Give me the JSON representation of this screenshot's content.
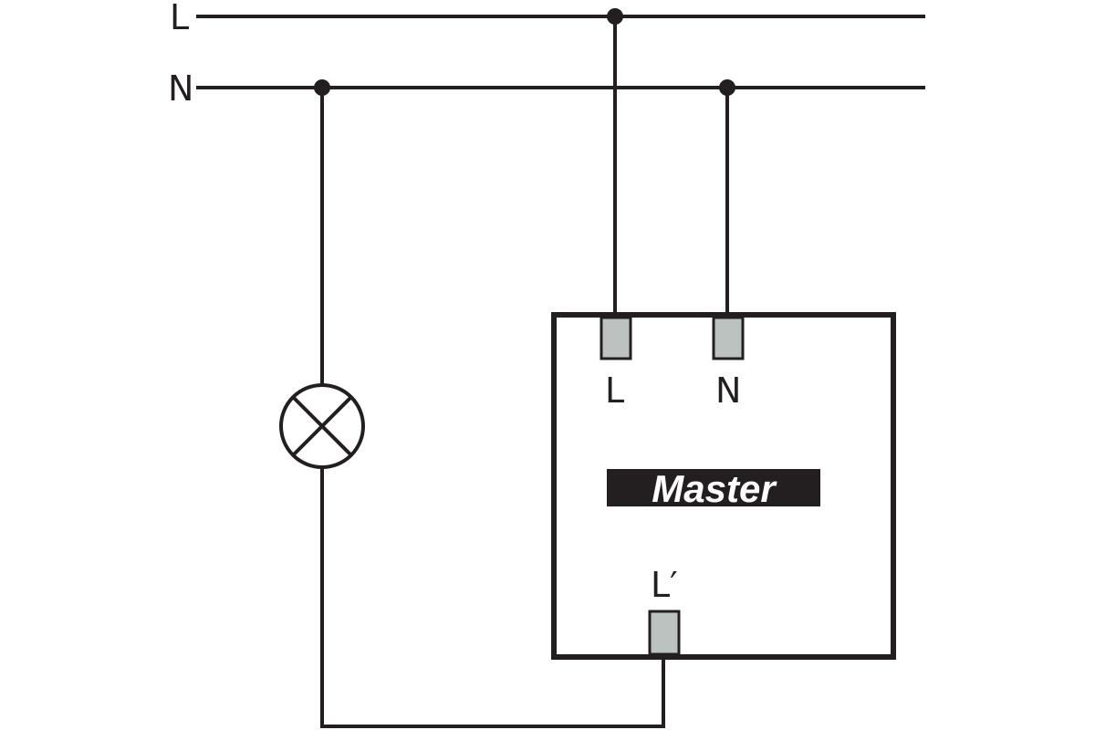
{
  "rails": {
    "line_label": "L",
    "neutral_label": "N"
  },
  "device": {
    "name": "Master",
    "terminals": {
      "line": "L",
      "neutral": "N",
      "switched_output": "L′"
    },
    "colors": {
      "terminal_fill": "#bcc2c0",
      "label_fill": "#231f20",
      "label_text": "#ffffff"
    }
  },
  "load": {
    "symbol": "lamp-icon"
  }
}
